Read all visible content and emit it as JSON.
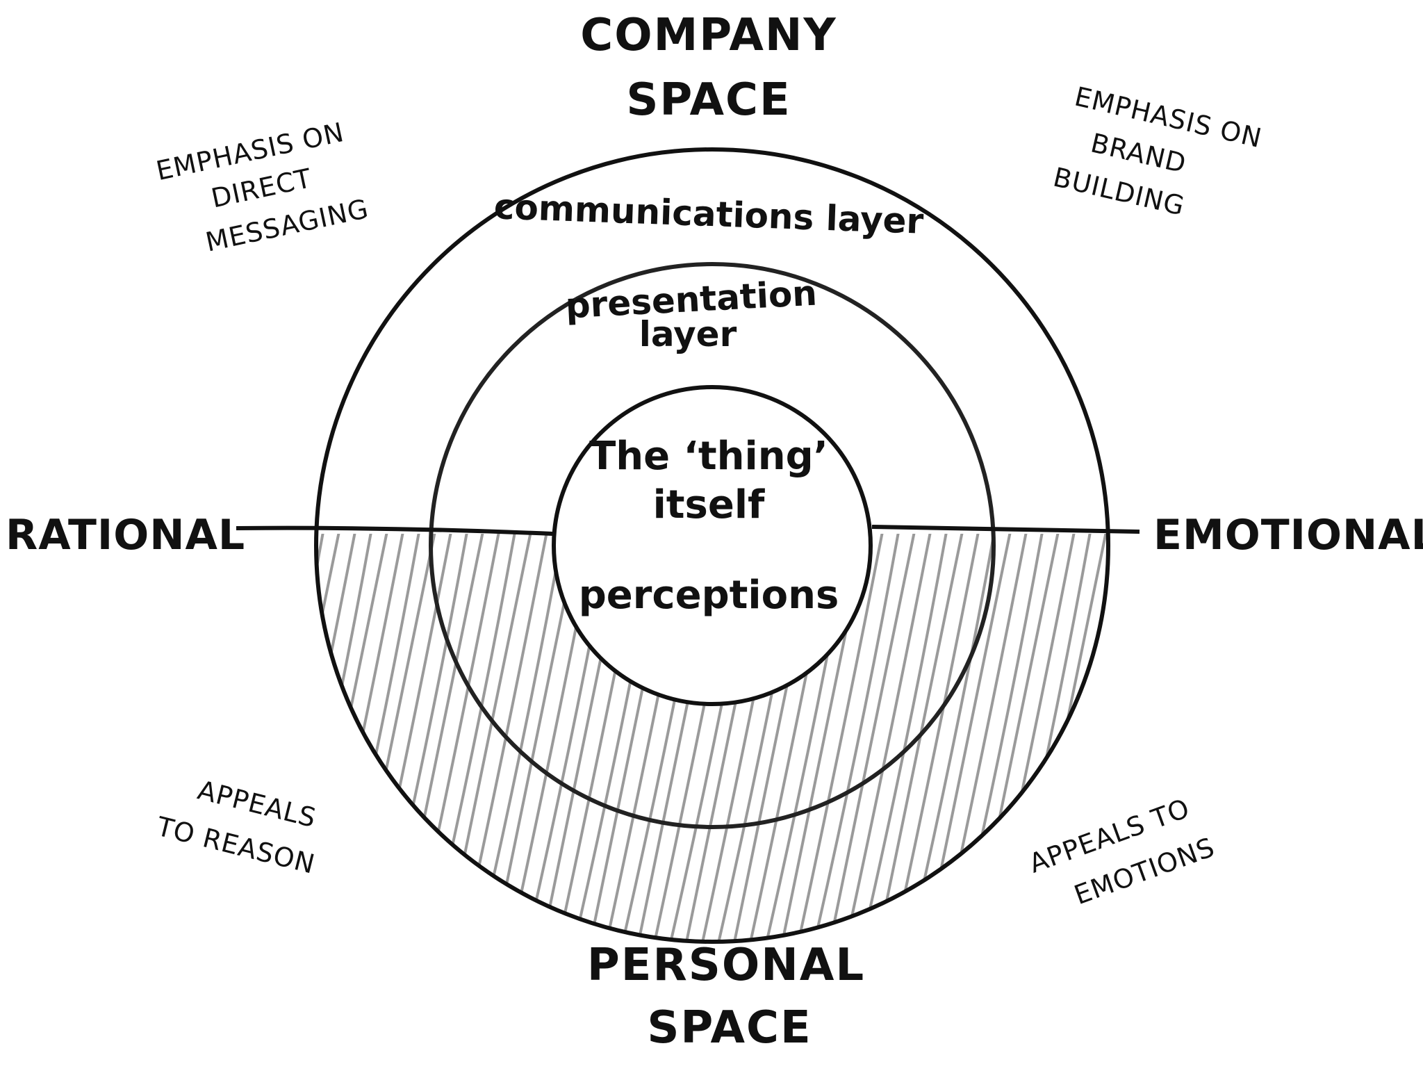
{
  "diagram": {
    "top_label": [
      "COMPANY",
      "SPACE"
    ],
    "bottom_label": [
      "PERSONAL",
      "SPACE"
    ],
    "left_label": "RATIONAL",
    "right_label": "EMOTIONAL",
    "top_left_note": [
      "EMPHASIS ON",
      "DIRECT",
      "MESSAGING"
    ],
    "top_right_note": [
      "EMPHASIS ON",
      "BRAND",
      "BUILDING"
    ],
    "bottom_left_note": [
      "APPEALS",
      "TO REASON"
    ],
    "bottom_right_note": [
      "APPEALS TO",
      "EMOTIONS"
    ],
    "outer_ring_label": "communications layer",
    "middle_ring_label": [
      "presentation",
      "layer"
    ],
    "core_label": [
      "The ‘thing’",
      "itself"
    ],
    "core_lower_label": "perceptions"
  },
  "colors": {
    "stroke": "#111111",
    "hatch": "#9a9a9a",
    "background": "#ffffff"
  }
}
